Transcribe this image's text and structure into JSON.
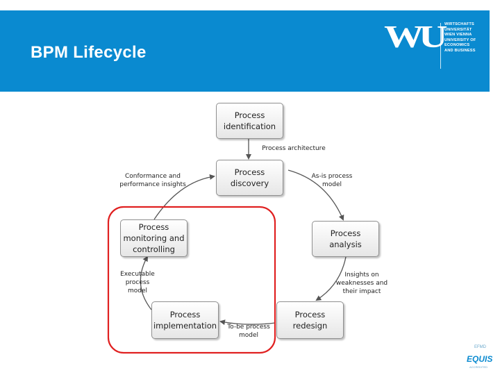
{
  "slide": {
    "title": "BPM Lifecycle"
  },
  "logo": {
    "mark": "WU",
    "lines": [
      "WIRTSCHAFTS",
      "UNIVERSITÄT",
      "WIEN VIENNA",
      "UNIVERSITY OF",
      "ECONOMICS",
      "AND BUSINESS"
    ]
  },
  "diagram": {
    "boxes": {
      "identification": "Process\nidentification",
      "discovery": "Process\ndiscovery",
      "analysis": "Process\nanalysis",
      "redesign": "Process\nredesign",
      "implementation": "Process\nimplementation",
      "monitoring": "Process\nmonitoring and\ncontrolling"
    },
    "labels": {
      "architecture": "Process architecture",
      "asis": "As-is process\nmodel",
      "insights": "Insights on\nweaknesses and\ntheir impact",
      "tobe": "To-be process\nmodel",
      "executable": "Executable\nprocess\nmodel",
      "conformance": "Conformance and\nperformance insights"
    },
    "highlight_color": "#e02020"
  },
  "badge": {
    "brand": "EQUIS",
    "top": "EFMD",
    "sub": "ACCREDITED"
  },
  "colors": {
    "header": "#0a8ad0",
    "arrow": "#555555"
  }
}
